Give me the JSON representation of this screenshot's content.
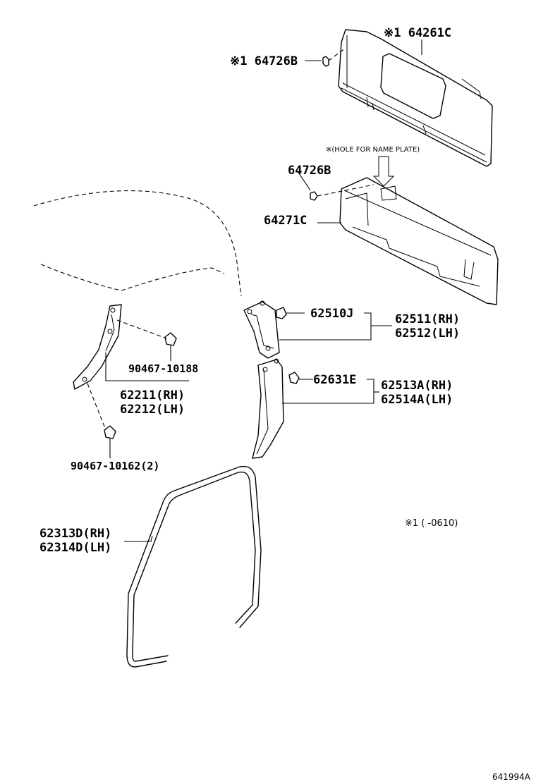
{
  "labels": {
    "p64261c": "※1 64261C",
    "p64726b_top": "※1 64726B",
    "hole_note": "※(HOLE FOR NAME PLATE)",
    "p64726b": "64726B",
    "p64271c": "64271C",
    "p62510j": "62510J",
    "p62511": "62511(RH)",
    "p62512": "62512(LH)",
    "p62631e": "62631E",
    "p62513a": "62513A(RH)",
    "p62514a": "62514A(LH)",
    "p90467_10188": "90467-10188",
    "p62211": "62211(RH)",
    "p62212": "62212(LH)",
    "p90467_10162": "90467-10162(2)",
    "p62313d": "62313D(RH)",
    "p62314d": "62314D(LH)"
  },
  "footnote": "※1 (     -0610)",
  "diagram_code": "641994A"
}
